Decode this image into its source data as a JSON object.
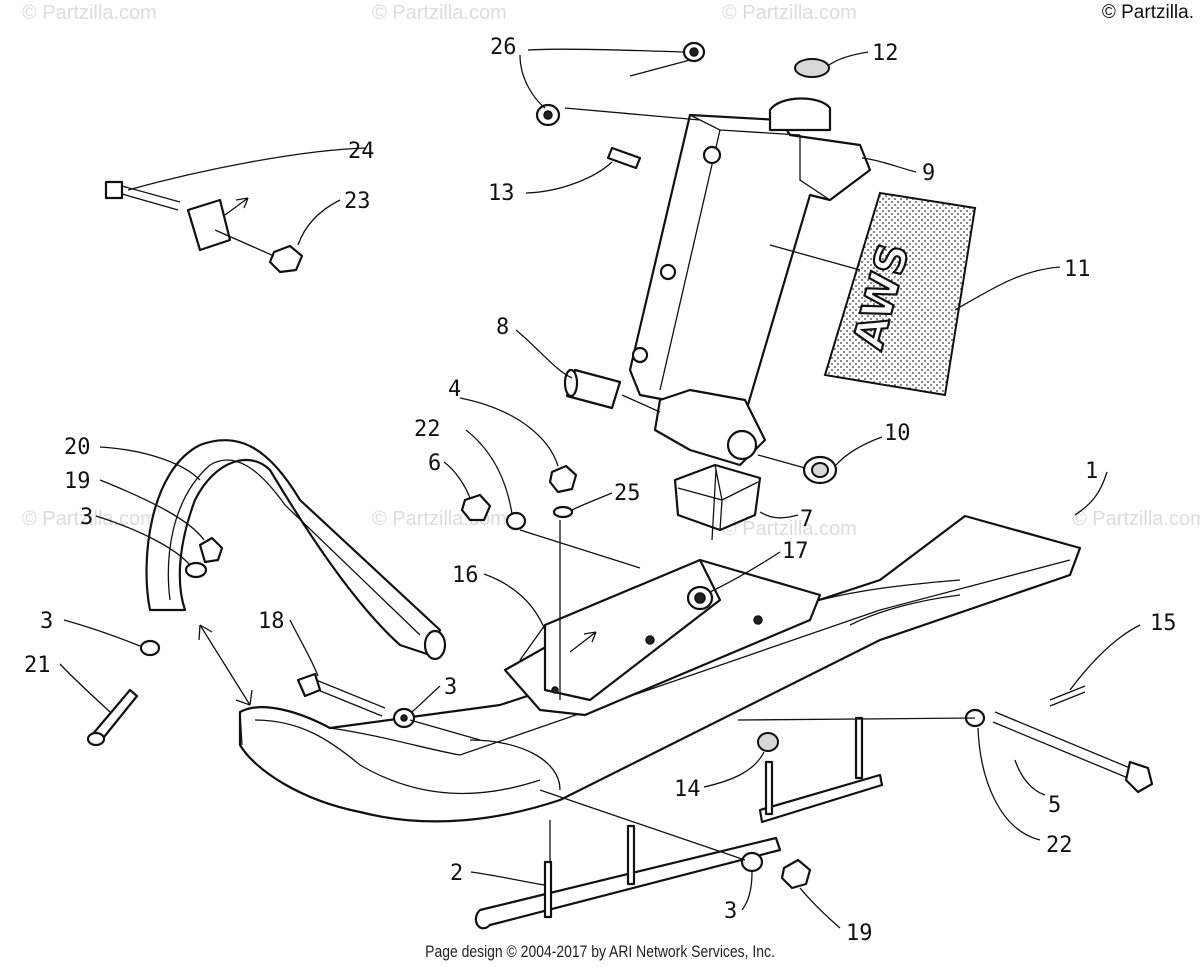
{
  "copyright": "© Partzilla.",
  "watermark_text": "© Partzilla.com",
  "footer": "Page design © 2004-2017 by ARI Network Services, Inc.",
  "decal_text": "AWS",
  "callouts": {
    "c1": "1",
    "c2": "2",
    "c3a": "3",
    "c3b": "3",
    "c3c": "3",
    "c3d": "3",
    "c4": "4",
    "c5": "5",
    "c6": "6",
    "c7": "7",
    "c8": "8",
    "c9": "9",
    "c10": "10",
    "c11": "11",
    "c12": "12",
    "c13": "13",
    "c14": "14",
    "c15": "15",
    "c16": "16",
    "c17": "17",
    "c18": "18",
    "c19a": "19",
    "c19b": "19",
    "c20": "20",
    "c21": "21",
    "c22a": "22",
    "c22b": "22",
    "c23": "23",
    "c24": "24",
    "c25": "25",
    "c26": "26"
  }
}
